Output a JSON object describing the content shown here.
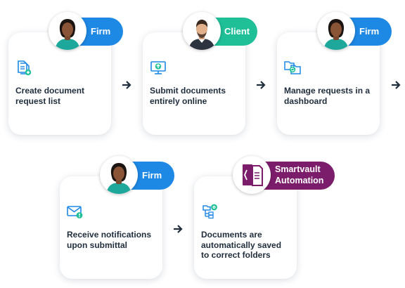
{
  "steps": [
    {
      "actor": "Firm",
      "text": "Create document request list"
    },
    {
      "actor": "Client",
      "text": "Submit documents entirely online"
    },
    {
      "actor": "Firm",
      "text": "Manage requests in a dashboard"
    },
    {
      "actor": "Firm",
      "text": "Receive notifications upon submittal"
    },
    {
      "actor": "Smartvault Automation",
      "text": "Documents are automatically saved to correct folders"
    }
  ],
  "colors": {
    "firm": "#1e88e5",
    "client": "#1fbf98",
    "smartvault": "#7c1d6b",
    "icon_blue": "#1e88e5",
    "icon_teal": "#1fbf98",
    "arrow": "#1f2d3d"
  },
  "icons": [
    "document-add-icon",
    "monitor-upload-icon",
    "folders-sync-icon",
    "mail-alert-icon",
    "folder-tree-gear-icon",
    "smartvault-logo"
  ]
}
